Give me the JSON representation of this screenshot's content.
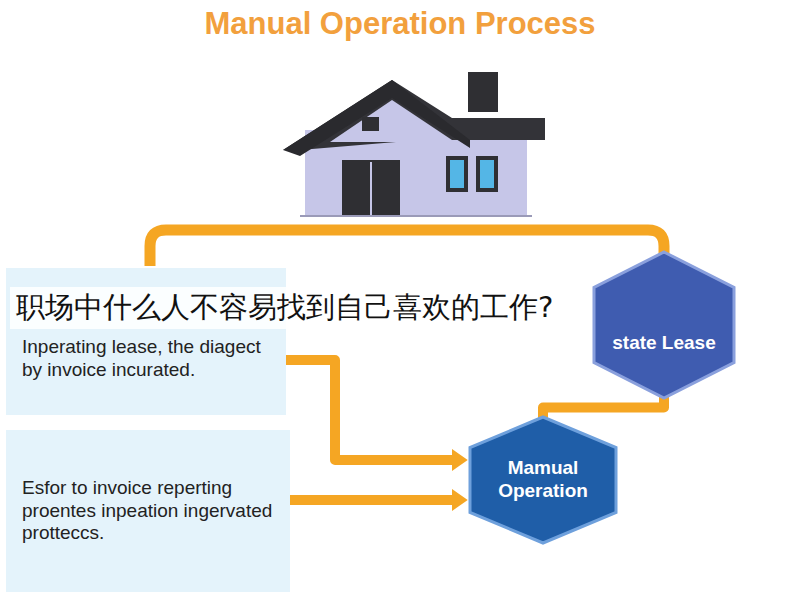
{
  "diagram": {
    "title": "Manual Operation Process",
    "nodes": [
      {
        "text": [
          "Inperating lease, the diagect by invoice incurated."
        ]
      },
      {
        "text": [
          "state Lease"
        ]
      },
      {
        "text": [
          "Mamual Operation"
        ]
      },
      {
        "text": [
          "Esfor to invoice reperting proentes inpeation ingervated protteccs."
        ]
      }
    ],
    "edges": [
      {
        "from": 0,
        "to": 2,
        "arrow": "to"
      },
      {
        "from": 1,
        "to": 2,
        "arrow": "none"
      },
      {
        "from": 3,
        "to": 2,
        "arrow": "to"
      }
    ],
    "labels": [
      "职场中什么人不容易找到自己喜欢的工作?"
    ]
  }
}
